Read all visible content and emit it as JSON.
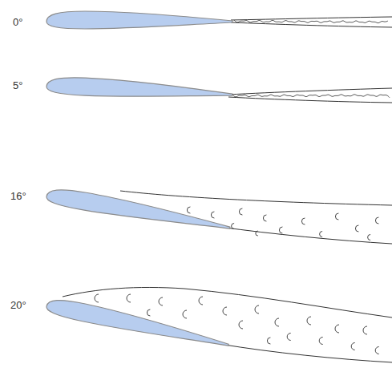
{
  "diagram": {
    "labels": [
      "0°",
      "5°",
      "16°",
      "20°"
    ]
  }
}
